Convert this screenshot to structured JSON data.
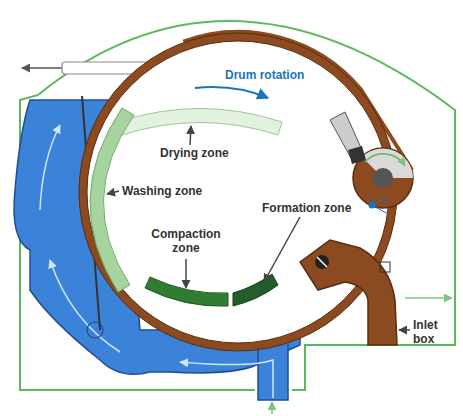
{
  "diagram": {
    "labels": [
      "Drum rotation",
      "Drying zone",
      "Washing zone",
      "Formation zone",
      "Compaction zone",
      "Inlet box"
    ]
  }
}
